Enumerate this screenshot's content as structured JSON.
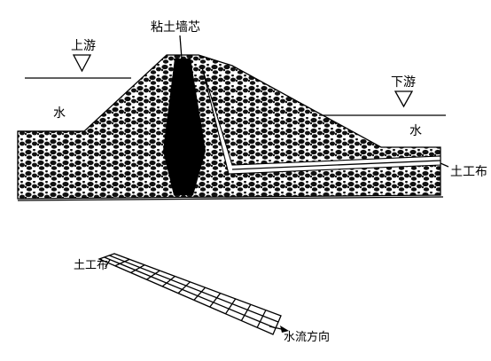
{
  "labels": {
    "core_wall": "粘土墙芯",
    "upstream": "上游",
    "downstream": "下游",
    "water_left": "水",
    "water_right": "水",
    "geotextile_main": "土工布",
    "geotextile_detail": "土工布",
    "flow_direction": "水流方向"
  },
  "colors": {
    "ink": "#000000",
    "paper": "#ffffff"
  },
  "icons": {
    "water_level_marker": "inverted-triangle-icon",
    "flow_arrow": "arrow-right-icon"
  }
}
